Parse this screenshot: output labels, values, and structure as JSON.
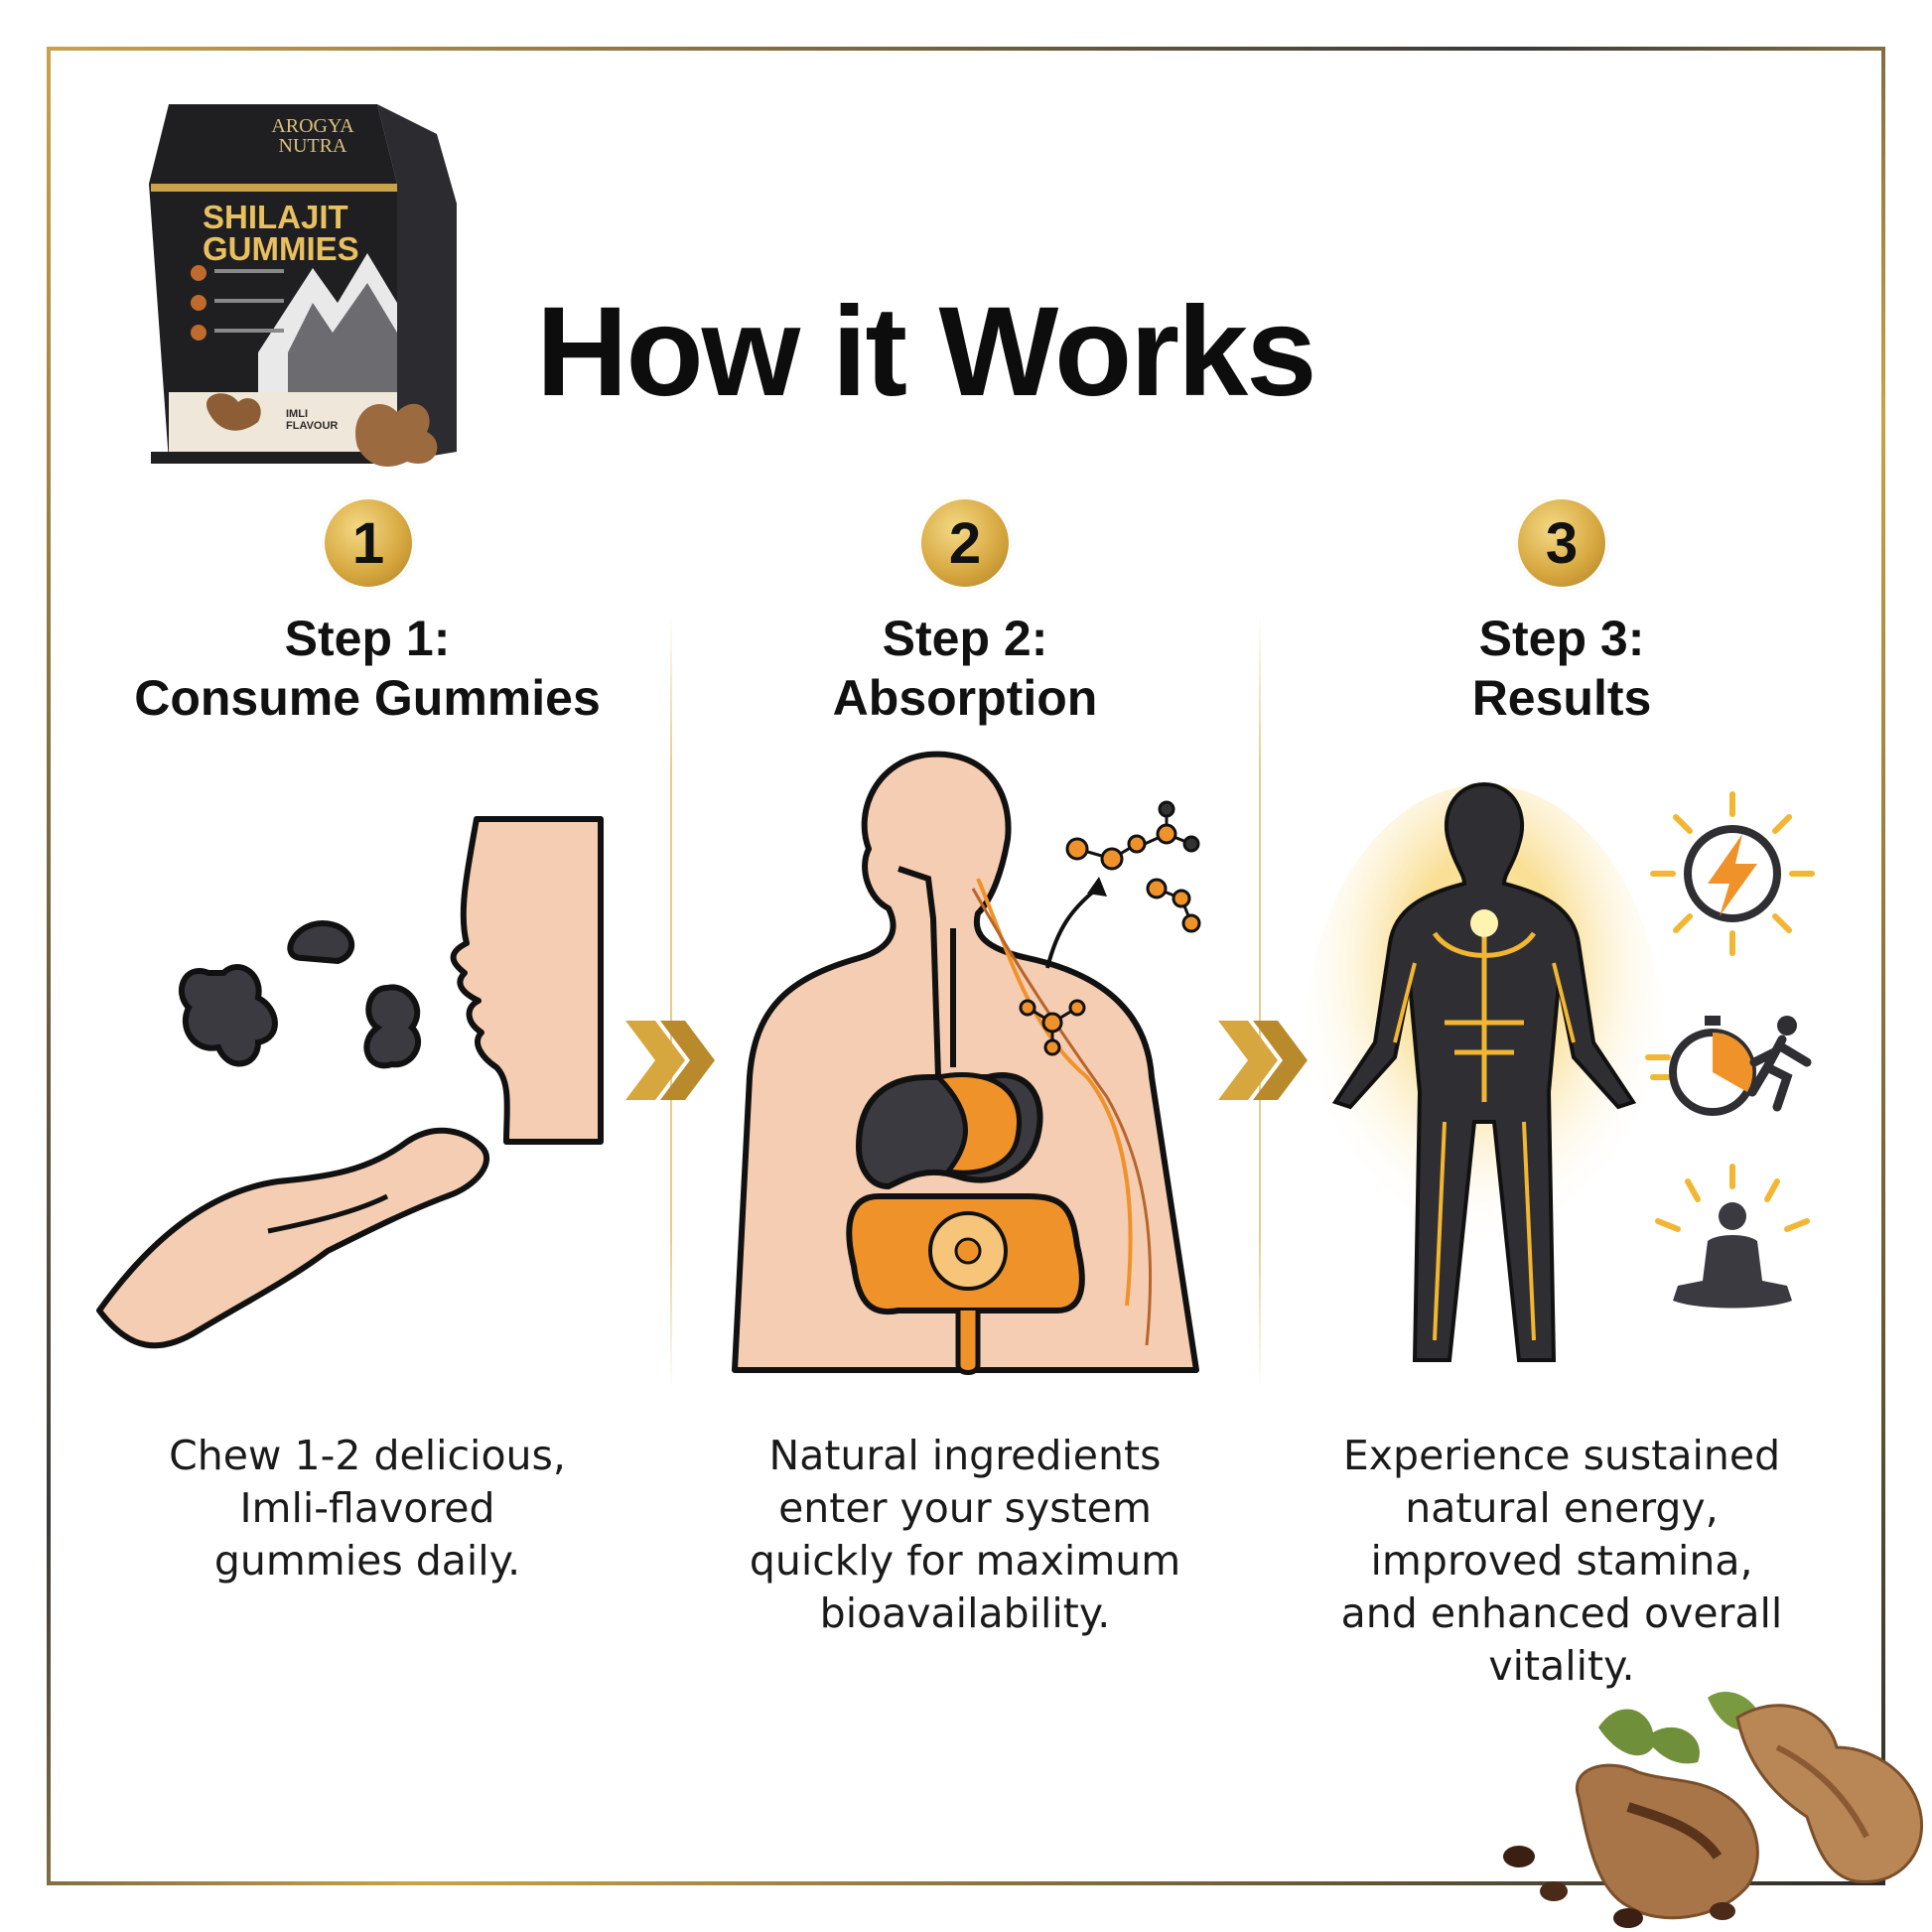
{
  "page": {
    "title": "How it Works"
  },
  "product": {
    "brand_line1": "AROGYA",
    "brand_line2": "NUTRA",
    "name_line1": "SHILAJIT",
    "name_line2": "GUMMIES",
    "flavour_line1": "IMLI",
    "flavour_line2": "FLAVOUR"
  },
  "steps": [
    {
      "number": "1",
      "heading_line1": "Step 1:",
      "heading_line2": "Consume Gummies",
      "description_lines": [
        "Chew 1-2 delicious,",
        "Imli-flavored",
        "gummies daily."
      ]
    },
    {
      "number": "2",
      "heading_line1": "Step 2:",
      "heading_line2": "Absorption",
      "description_lines": [
        "Natural ingredients",
        "enter your system",
        "quickly for maximum",
        "bioavailability."
      ]
    },
    {
      "number": "3",
      "heading_line1": "Step 3:",
      "heading_line2": "Results",
      "description_lines": [
        "Experience sustained",
        "natural energy,",
        "improved stamina,",
        "and enhanced overall",
        "vitality."
      ]
    }
  ],
  "icons": {
    "arrow": "chevron-double-right-icon",
    "energy": "lightning-bolt-icon",
    "stamina": "stopwatch-runner-icon",
    "vitality": "meditation-icon"
  },
  "colors": {
    "gold": "#d6a73f",
    "orange": "#f0922a",
    "skin": "#f5cdb3",
    "dark": "#2f2f33"
  }
}
